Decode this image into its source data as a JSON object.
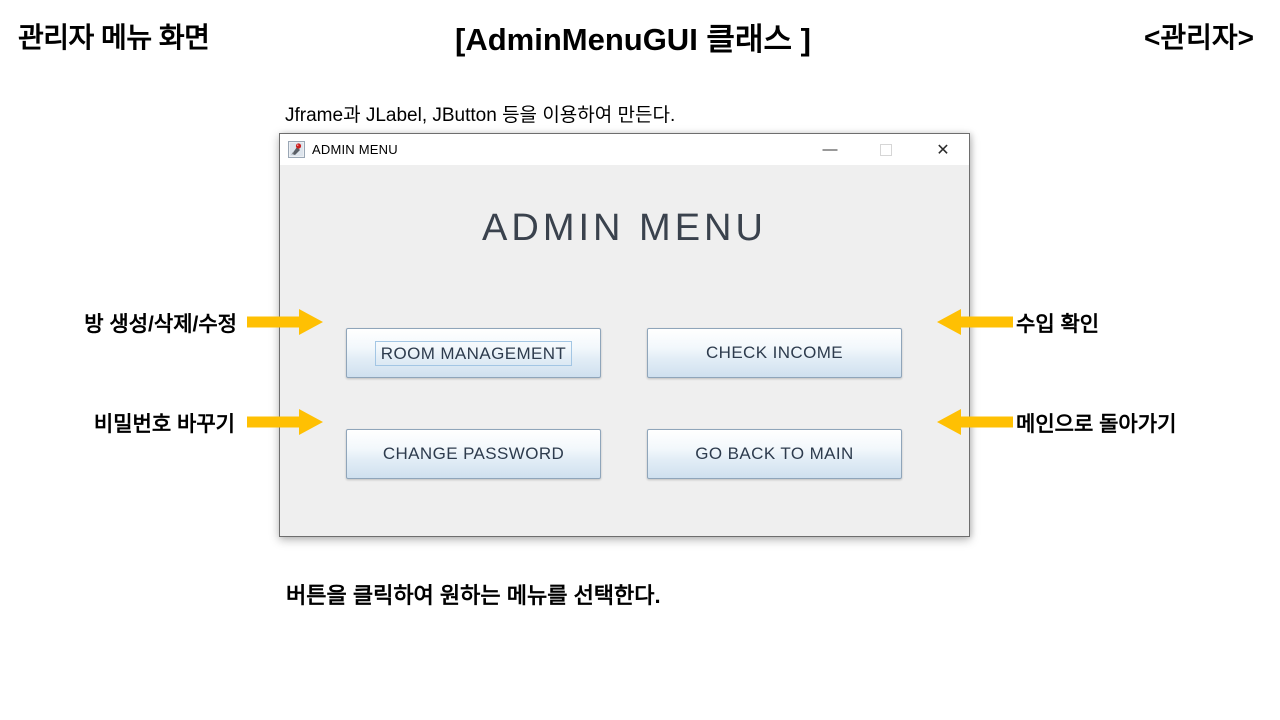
{
  "slide": {
    "title_left": "관리자 메뉴 화면",
    "title_center": "[AdminMenuGUI 클래스 ]",
    "title_right": "<관리자>",
    "subtitle": "Jframe과 JLabel, JButton 등을 이용하여 만든다.",
    "footer_note": "버튼을 클릭하여 원하는 메뉴를 선택한다."
  },
  "window": {
    "titlebar": {
      "app_icon": "java-coffee-cup-icon",
      "title": "ADMIN MENU",
      "minimize_glyph": "—",
      "maximize_glyph": "square-outline",
      "close_glyph": "✕"
    },
    "heading": "ADMIN MENU",
    "buttons": [
      {
        "label": "ROOM MANAGEMENT",
        "focused": true
      },
      {
        "label": "CHECK INCOME",
        "focused": false
      },
      {
        "label": "CHANGE PASSWORD",
        "focused": false
      },
      {
        "label": "GO BACK TO MAIN",
        "focused": false
      }
    ],
    "background_color": "#efefef",
    "button_border_color": "#8fa5ba",
    "button_text_color": "#2d3b4d"
  },
  "annotations": {
    "arrow_color": "#FFC003",
    "left": [
      {
        "label": "방 생성/삭제/수정",
        "direction": "right",
        "target": "ROOM MANAGEMENT"
      },
      {
        "label": "비밀번호 바꾸기",
        "direction": "right",
        "target": "CHANGE PASSWORD"
      }
    ],
    "right": [
      {
        "label": "수입 확인",
        "direction": "left",
        "target": "CHECK INCOME"
      },
      {
        "label": "메인으로 돌아가기",
        "direction": "left",
        "target": "GO BACK TO MAIN"
      }
    ]
  }
}
